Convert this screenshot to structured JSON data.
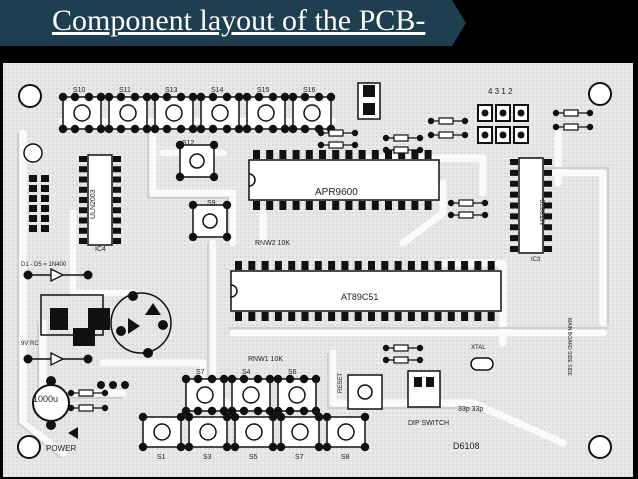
{
  "header": {
    "title": "Component layout of the PCB-"
  },
  "pcb": {
    "switch_labels_top": [
      "S10",
      "S11",
      "S13",
      "S14",
      "S15",
      "S16"
    ],
    "switch_labels_bottom": [
      "S1",
      "S3",
      "S5",
      "S7",
      "S8"
    ],
    "switch_labels_middle": [
      "S7",
      "S4",
      "S6"
    ],
    "chips": {
      "apr": "APR9600",
      "mcu": "AT89C51",
      "driver": "ULN2003",
      "ic_right": "MT8870"
    },
    "labels": {
      "s12": "S12",
      "s9": "S9",
      "ic4": "IC4",
      "ic3": "IC3",
      "d1": "D1 - D5 = 1N400",
      "cap": "1000u",
      "power": "POWER",
      "regulator": "9V RC",
      "dip_switch": "DIP SWITCH",
      "code": "D6108",
      "crystal_caps": "33p 33p",
      "xtal": "XTAL",
      "reset": "RESET",
      "res_top": "RNW2  10K",
      "res_bottom": "RNW1  10K",
      "pins_top": "4  3  1  2",
      "vertical_note": "MAIN BOARD SIDE SIDE"
    }
  }
}
